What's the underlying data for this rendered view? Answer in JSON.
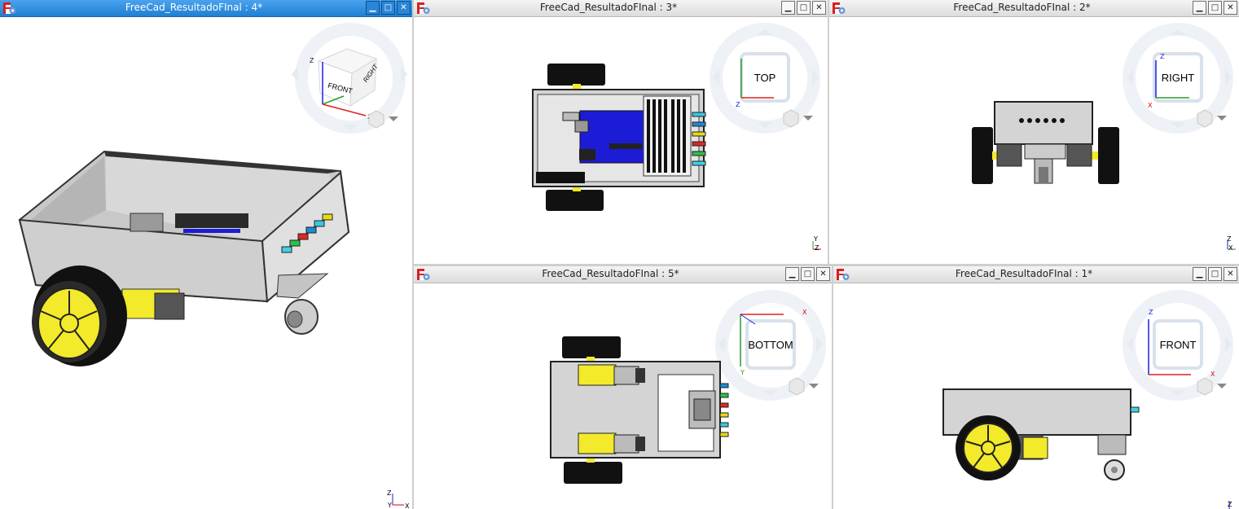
{
  "windows": [
    {
      "title": "FreeCad_ResultadoFInal : 4*"
    },
    {
      "title": "FreeCad_ResultadoFInal : 3*"
    },
    {
      "title": "FreeCad_ResultadoFInal : 2*"
    },
    {
      "title": "FreeCad_ResultadoFInal : 5*"
    },
    {
      "title": "FreeCad_ResultadoFInal : 1*"
    }
  ],
  "navcube": {
    "w1": {
      "face": "FRONT",
      "axis_x": "X",
      "axis_z": "Z"
    },
    "w2": {
      "face": "TOP",
      "axis_z": "Z"
    },
    "w3": {
      "face": "RIGHT",
      "axis_z": "Z",
      "axis_x": "X"
    },
    "w4": {
      "face": "BOTTOM",
      "axis_x": "X",
      "axis_y": "Y"
    },
    "w5": {
      "face": "FRONT",
      "axis_z": "Z",
      "axis_x": "X"
    }
  },
  "corner_axes": {
    "w1": {
      "z": "Z",
      "y": "Y",
      "x": "X"
    },
    "w2": {
      "y": "Y",
      "z": "Z"
    },
    "w3": {
      "z": "Z",
      "x": "X"
    },
    "w5": {
      "z": "Z"
    }
  },
  "buttons": {
    "minimize": "▁",
    "maximize": "□",
    "close": "✕"
  },
  "colors": {
    "active_title": "#1f7fd2",
    "chassis": "#d4d4d4",
    "wheel": "#f2ea2a",
    "tire": "#111111",
    "arduino": "#1c1cd6"
  }
}
